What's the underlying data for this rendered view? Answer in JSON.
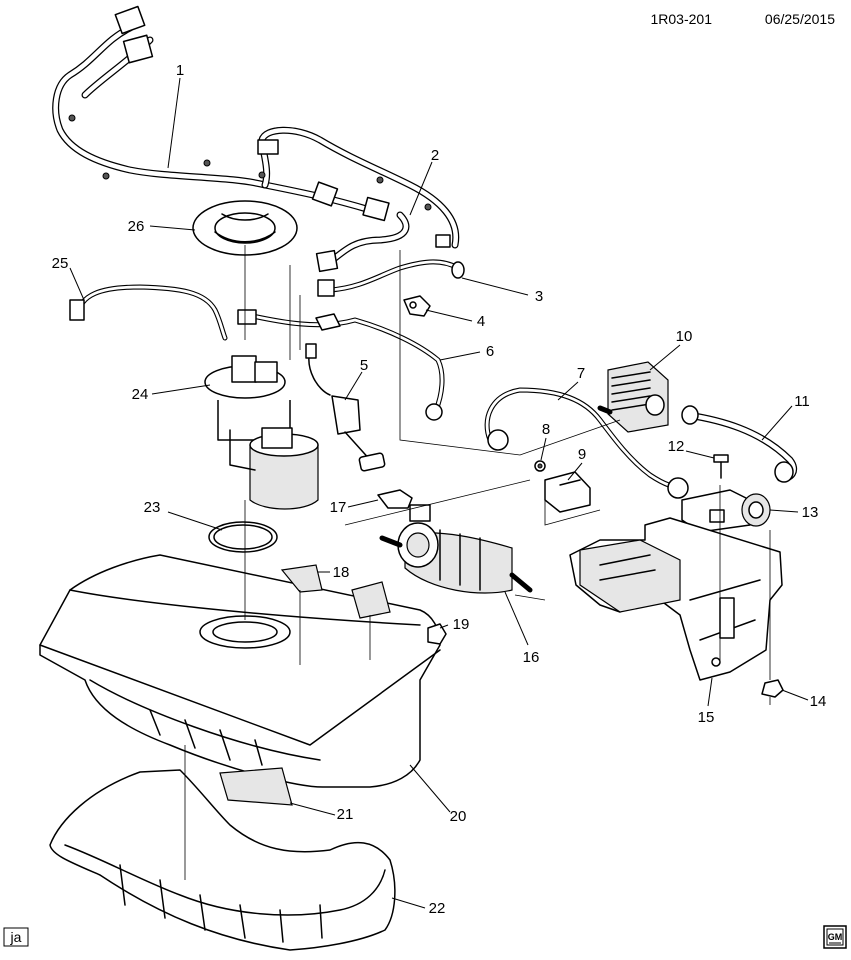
{
  "header": {
    "diagram_code": "1R03-201",
    "date": "06/25/2015"
  },
  "footer": {
    "author_initials": "ja",
    "brand_logo": "GM"
  },
  "callouts": [
    "1",
    "2",
    "3",
    "4",
    "5",
    "6",
    "7",
    "8",
    "9",
    "10",
    "11",
    "12",
    "13",
    "14",
    "15",
    "16",
    "17",
    "18",
    "19",
    "20",
    "21",
    "22",
    "23",
    "24",
    "25",
    "26"
  ]
}
